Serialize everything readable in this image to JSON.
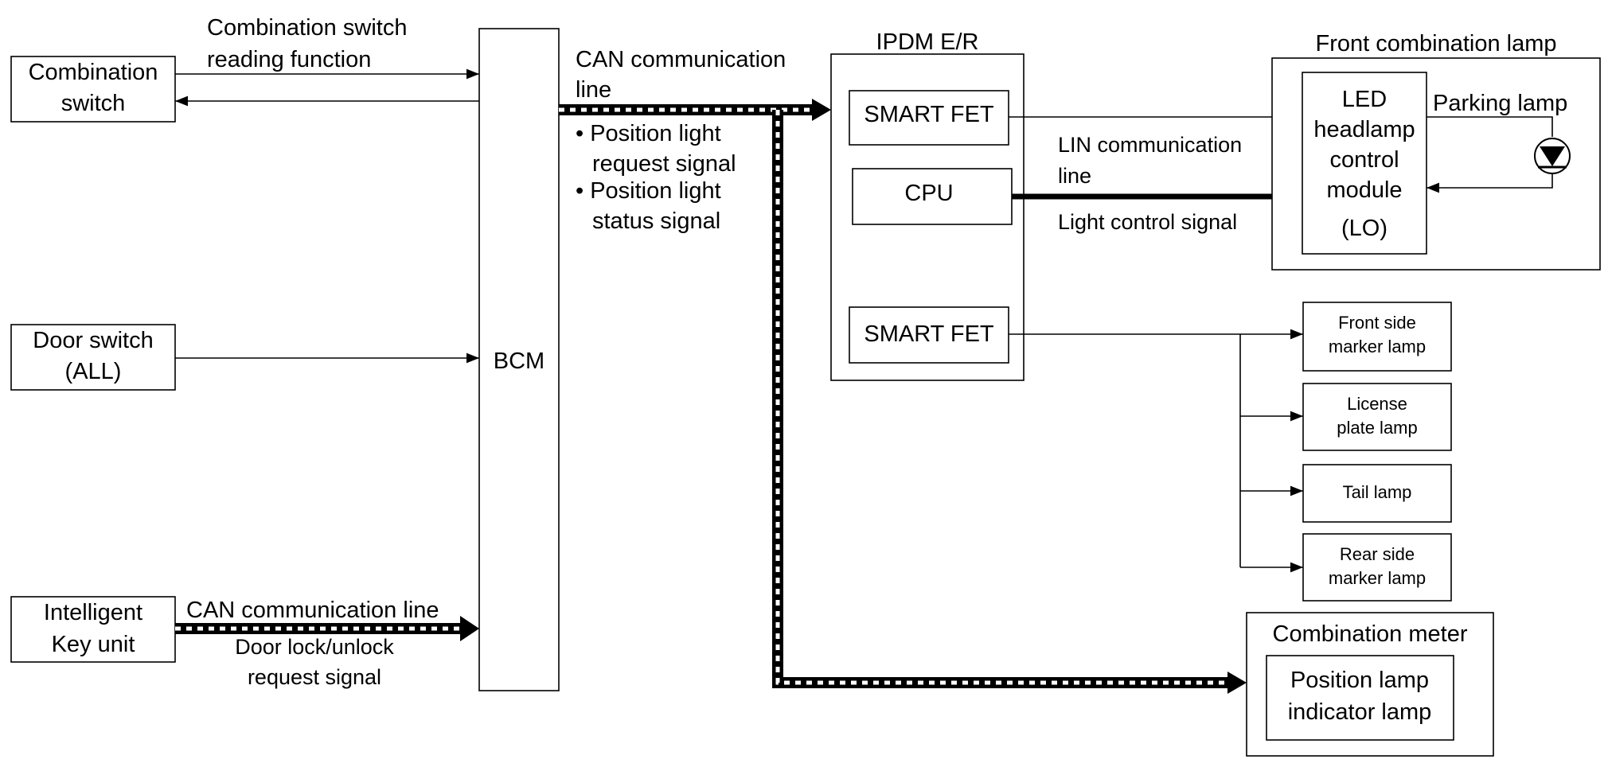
{
  "colors": {
    "line": "#000000",
    "background": "#ffffff",
    "bus_dash": "#ffffff"
  },
  "nodes": {
    "combination_switch": [
      "Combination",
      "switch"
    ],
    "door_switch": [
      "Door switch",
      "(ALL)"
    ],
    "intelligent_key": [
      "Intelligent",
      "Key unit"
    ],
    "bcm": "BCM",
    "ipdm": "IPDM E/R",
    "smart_fet_1": "SMART FET",
    "cpu": "CPU",
    "smart_fet_2": "SMART FET",
    "front_combination_lamp": "Front combination lamp",
    "led_module": [
      "LED",
      "headlamp",
      "control",
      "module",
      "(LO)"
    ],
    "front_side_marker": [
      "Front side",
      "marker lamp"
    ],
    "license_plate": [
      "License",
      "plate lamp"
    ],
    "tail_lamp": "Tail lamp",
    "rear_side_marker": [
      "Rear side",
      "marker lamp"
    ],
    "combination_meter": "Combination meter",
    "position_indicator": [
      "Position lamp",
      "indicator lamp"
    ]
  },
  "labels": {
    "combination_switch_reading": [
      "Combination switch",
      "reading function"
    ],
    "can_line_top": [
      "CAN communication",
      "line"
    ],
    "position_signals": [
      "• Position light",
      "request signal",
      "• Position light",
      "status signal"
    ],
    "lin_line": [
      "LIN communication",
      "line"
    ],
    "light_control": "Light control signal",
    "parking_lamp": "Parking lamp",
    "can_line_bottom": "CAN communication line",
    "door_lock_signal": [
      "Door lock/unlock",
      "request signal"
    ]
  }
}
